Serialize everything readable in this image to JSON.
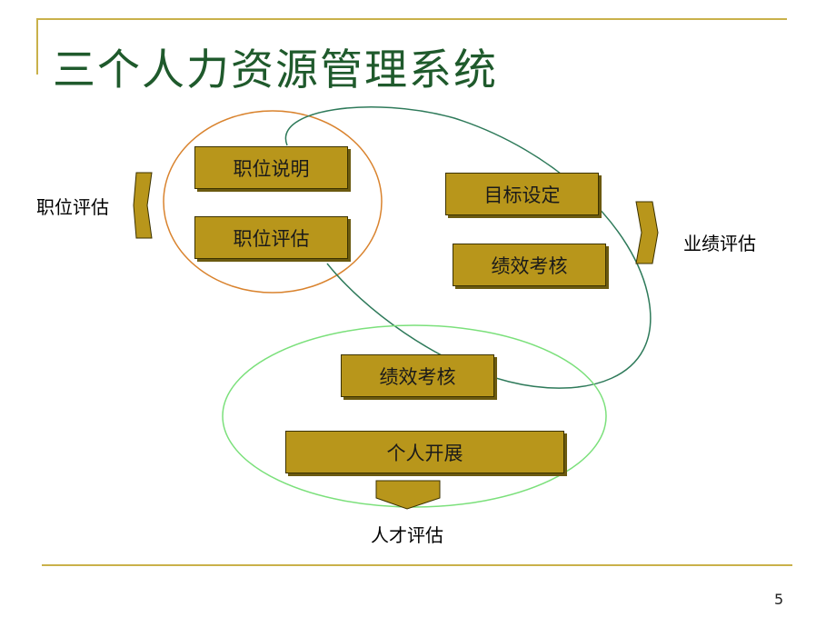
{
  "title": "三个人力资源管理系统",
  "page_number": "5",
  "groups": {
    "job": {
      "label": "职位评估",
      "items": [
        "职位说明",
        "职位评估"
      ],
      "outline_color": "#d9832e"
    },
    "performance": {
      "label": "业绩评估",
      "items": [
        "目标设定",
        "绩效考核"
      ],
      "outline_color": "#2e7a5a"
    },
    "talent": {
      "label": "人才评估",
      "items": [
        "绩效考核",
        "个人开展"
      ],
      "outline_color": "#7be07b"
    }
  },
  "colors": {
    "box_fill": "#b8961b",
    "title_text": "#1f5a2c",
    "rule": "#c9b14a"
  }
}
